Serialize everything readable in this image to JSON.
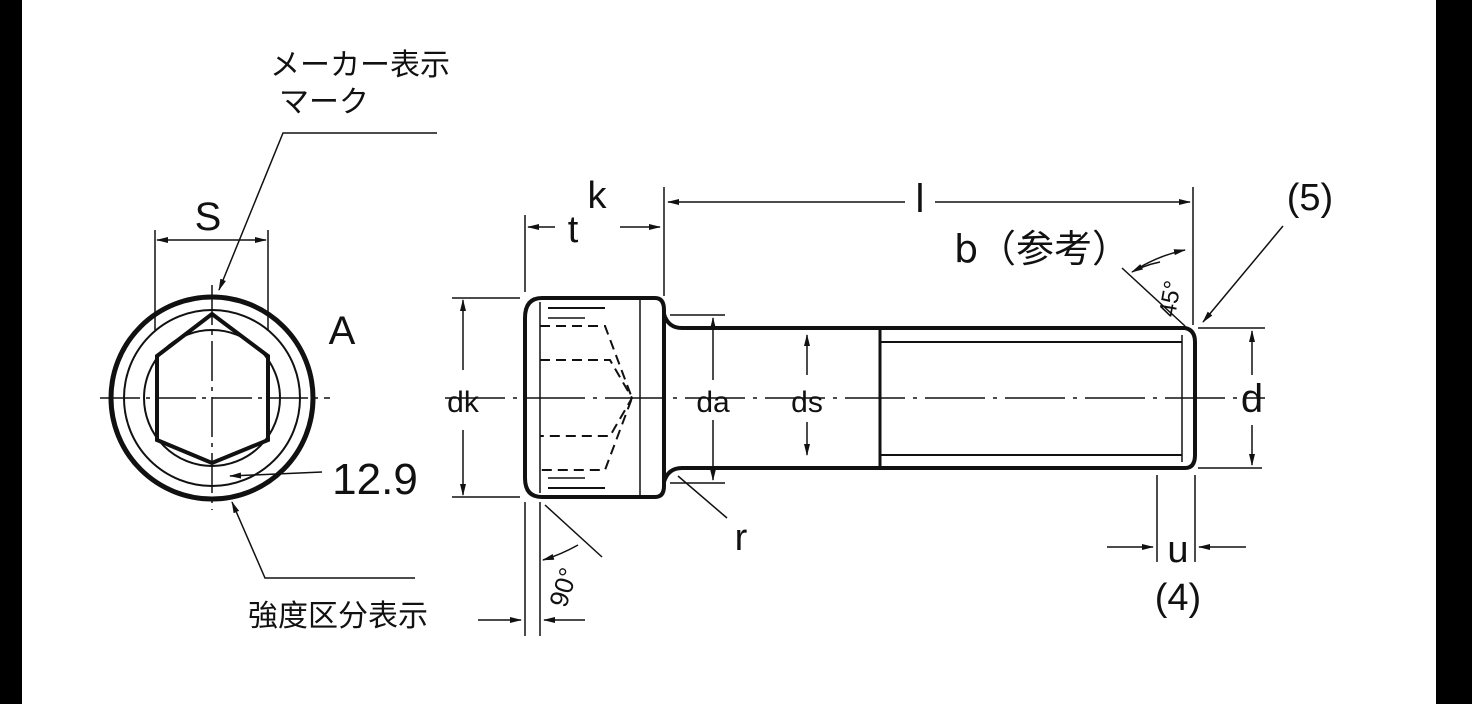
{
  "colors": {
    "ink": "#111111",
    "paper": "#ffffff",
    "frame": "#000000"
  },
  "front_view": {
    "label_view": "A",
    "label_socket": "S",
    "strength_class": "12.9",
    "maker_mark_line1": "メーカー表示",
    "maker_mark_line2": "マーク",
    "strength_mark": "強度区分表示"
  },
  "side_view": {
    "dk": "dk",
    "t": "t",
    "k": "k",
    "l": "l",
    "b": "b（参考）",
    "angle_chamfer": "45°",
    "note5": "(5)",
    "da": "da",
    "ds": "ds",
    "d": "d",
    "r": "r",
    "u": "u",
    "note4": "(4)",
    "angle_head": "90°"
  }
}
